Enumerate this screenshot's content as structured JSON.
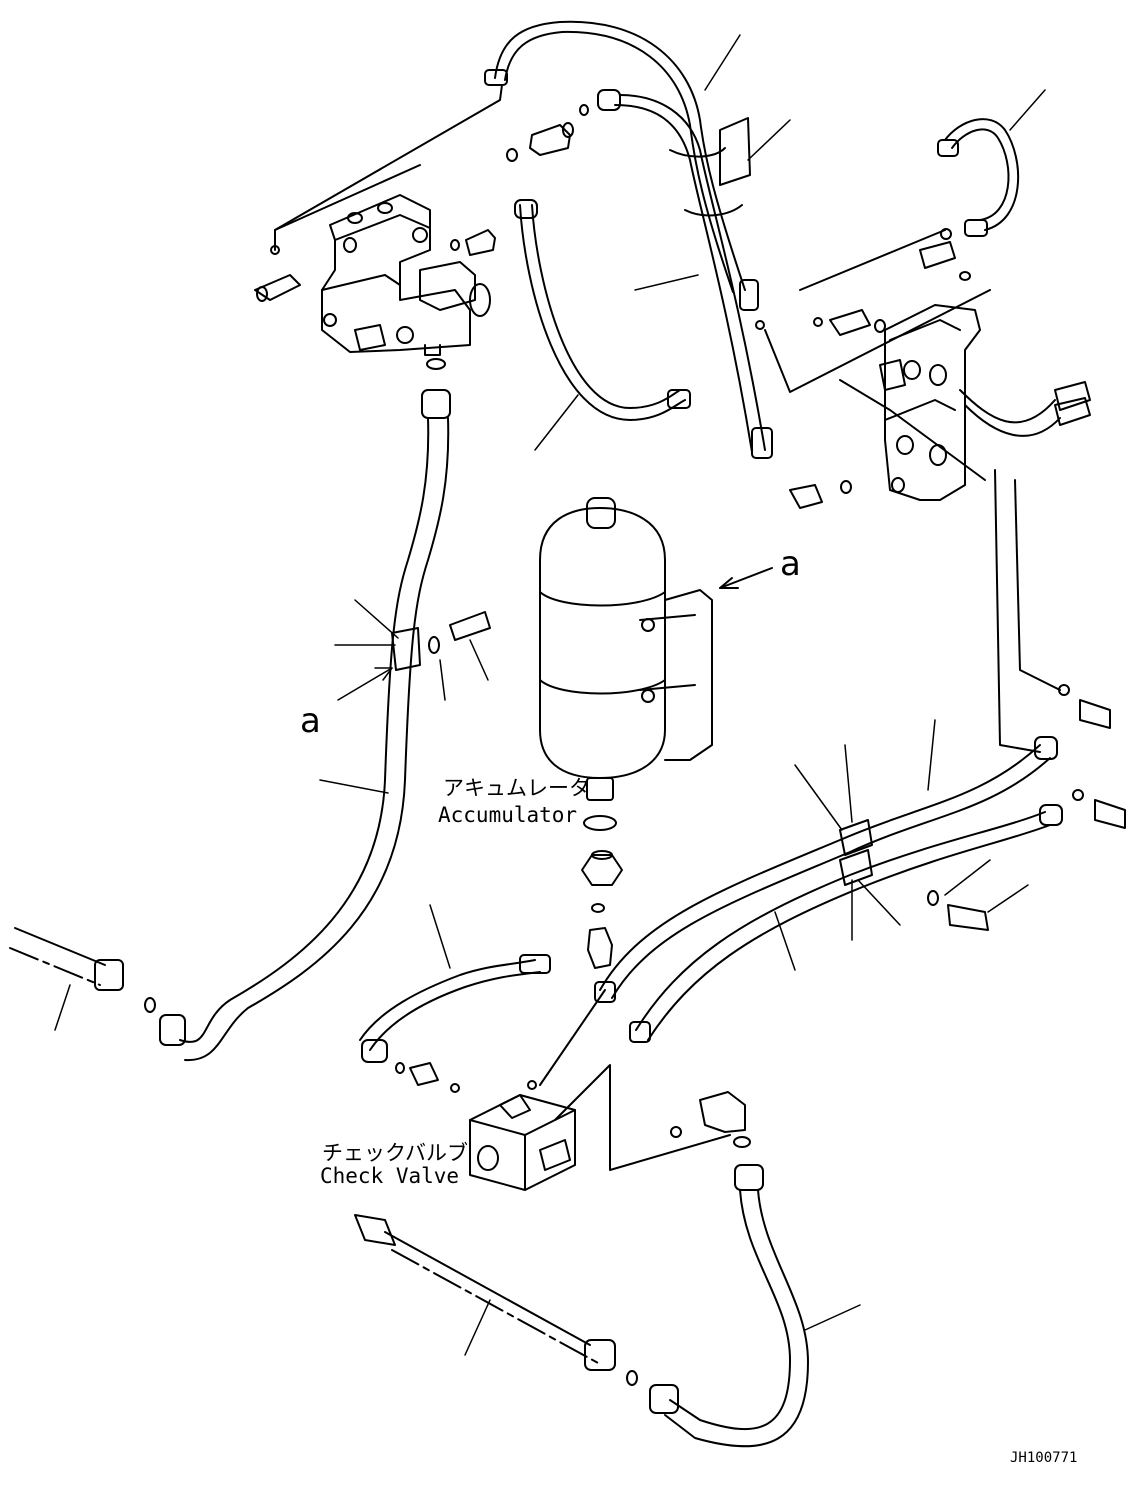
{
  "labels": {
    "accumulator_jp": "アキュムレータ",
    "accumulator_en": "Accumulator",
    "check_valve_jp": "チェックバルブ",
    "check_valve_en": "Check Valve",
    "view_marker": "a",
    "view_marker_2": "a",
    "drawing_number": "JH100771"
  },
  "colors": {
    "line": "#000000",
    "background": "#ffffff"
  }
}
